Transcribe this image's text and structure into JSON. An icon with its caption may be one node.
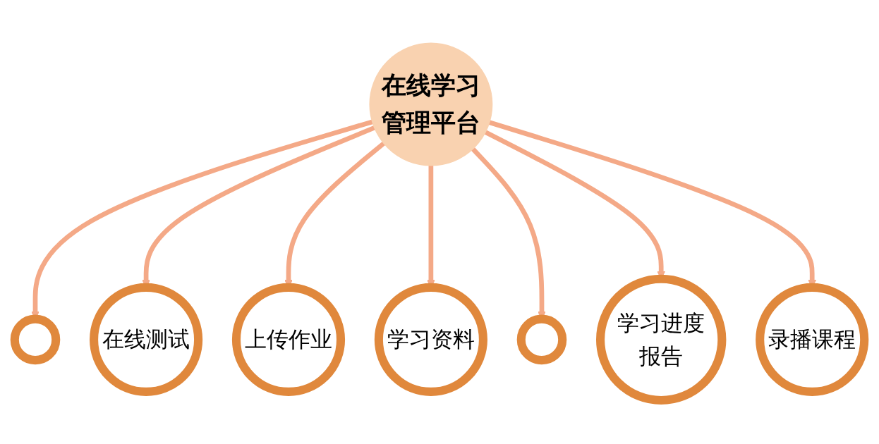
{
  "diagram": {
    "nodes": [
      {
        "text": [],
        "shape": "circle"
      },
      {
        "text": [
          "录播课程"
        ]
      },
      {
        "text": [
          "在线测试"
        ]
      },
      {
        "text": [
          "在线学习管理平台"
        ]
      },
      {
        "text": [
          "学习进度报告"
        ]
      },
      {
        "text": [
          "上传作业"
        ]
      },
      {
        "text": [],
        "shape": "circle"
      },
      {
        "text": [
          "学习资料"
        ]
      }
    ],
    "edges": [
      {
        "from": 3,
        "to": 0,
        "arrow": "to"
      },
      {
        "from": 3,
        "to": 2,
        "arrow": "to"
      },
      {
        "from": 3,
        "to": 5,
        "arrow": "to"
      },
      {
        "from": 3,
        "to": 7,
        "arrow": "to"
      },
      {
        "from": 3,
        "to": 6,
        "arrow": "to"
      },
      {
        "from": 3,
        "to": 4,
        "arrow": "to"
      },
      {
        "from": 3,
        "to": 1,
        "arrow": "to"
      }
    ]
  }
}
